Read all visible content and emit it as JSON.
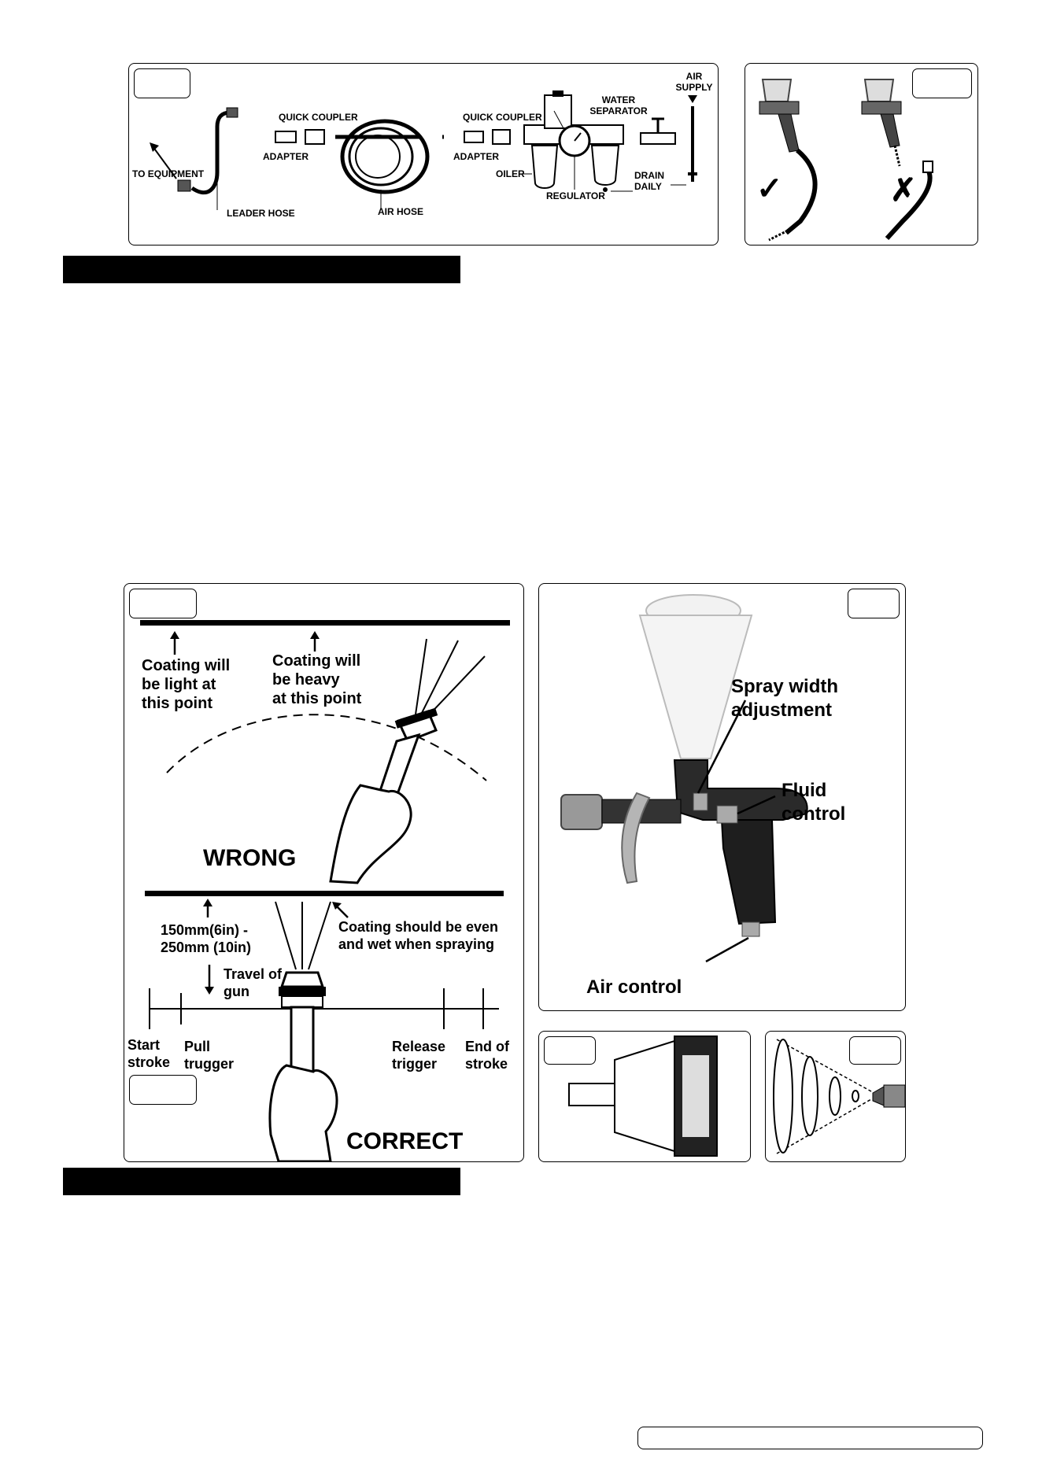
{
  "fig_hose": {
    "air_supply_1": "AIR",
    "air_supply_2": "SUPPLY",
    "quick_coupler_left": "QUICK COUPLER",
    "quick_coupler_right": "QUICK COUPLER",
    "water_separator_1": "WATER",
    "water_separator_2": "SEPARATOR",
    "adapter_left": "ADAPTER",
    "adapter_right": "ADAPTER",
    "to_equipment": "TO EQUIPMENT",
    "oiler": "OILER",
    "drain_daily_1": "DRAIN",
    "drain_daily_2": "DAILY",
    "regulator": "REGULATOR",
    "leader_hose": "LEADER HOSE",
    "air_hose": "AIR HOSE"
  },
  "fig_check": {
    "correct_mark": "✓",
    "wrong_mark": "✗"
  },
  "fig_technique": {
    "light_1": "Coating will",
    "light_2": "be light at",
    "light_3": "this point",
    "heavy_1": "Coating will",
    "heavy_2": "be heavy",
    "heavy_3": "at this point",
    "wrong": "WRONG",
    "distance_1": "150mm(6in) -",
    "distance_2": "250mm (10in)",
    "even_1": "Coating should be even",
    "even_2": "and wet when spraying",
    "travel_1": "Travel of",
    "travel_2": "gun",
    "start_1": "Start",
    "start_2": "stroke",
    "pull_1": "Pull",
    "pull_2": "trugger",
    "release_1": "Release",
    "release_2": "trigger",
    "end_1": "End of",
    "end_2": "stroke",
    "correct": "CORRECT"
  },
  "fig_gun": {
    "spray_width_1": "Spray width",
    "spray_width_2": "adjustment",
    "fluid_1": "Fluid",
    "fluid_2": "control",
    "air_control": "Air control"
  }
}
